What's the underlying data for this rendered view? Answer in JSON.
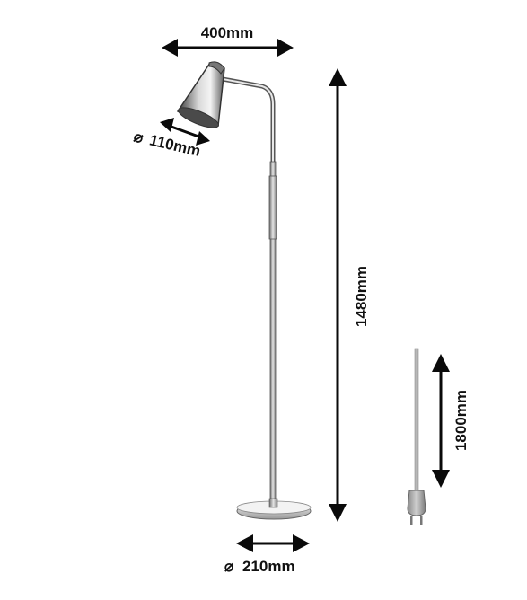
{
  "dimensions": {
    "width_label": "400mm",
    "shade_diameter_label": "110mm",
    "height_label": "1480mm",
    "cable_length_label": "1800mm",
    "base_diameter_label": "210mm"
  },
  "symbols": {
    "diameter": "⌀"
  }
}
